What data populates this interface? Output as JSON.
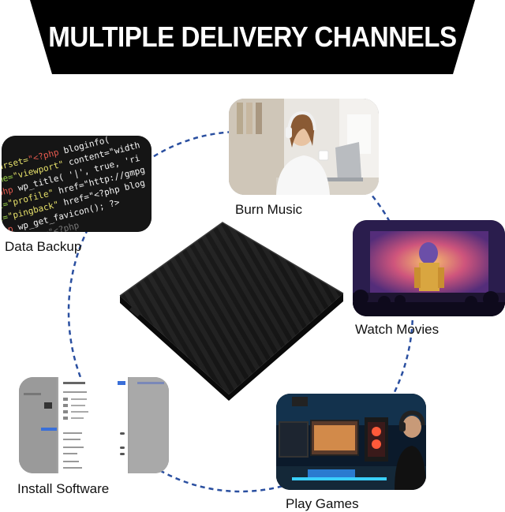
{
  "banner": {
    "title": "MULTIPLE DELIVERY CHANNELS"
  },
  "channels": {
    "burn_music": "Burn Music",
    "data_backup": "Data Backup",
    "watch_movies": "Watch Movies",
    "install_software": "Install Software",
    "play_games": "Play Games"
  },
  "code_snippet": {
    "lines": [
      "charset=\"<?php bloginfo(",
      "name=\"viewport\" content=\"width",
      "<?php wp_title( '|', true, 'ri",
      "rel=\"profile\" href=\"http://gmpg",
      "rel=\"pingback\" href=\"<?php blog",
      "<?php wp_get_favicon(); ?>",
      "<script src=\"<?php"
    ]
  },
  "colors": {
    "banner": "#000000",
    "dashed_line": "#2a4fa0",
    "drive_body": "#1a1a1a"
  }
}
